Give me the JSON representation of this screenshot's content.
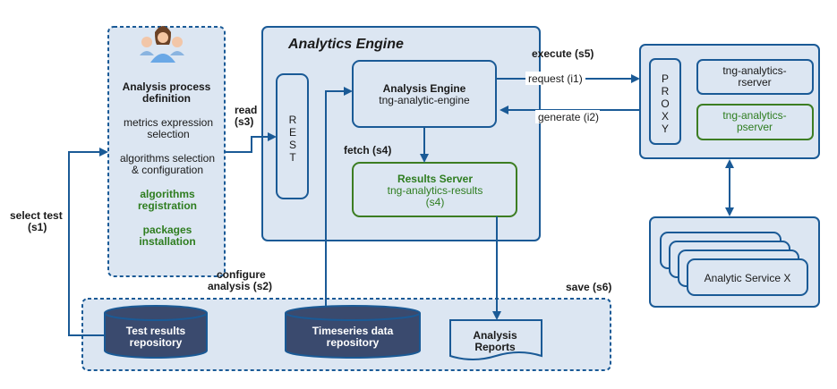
{
  "analysis_process": {
    "title_line1": "Analysis process",
    "title_line2": "definition",
    "metrics_line1": "metrics expression",
    "metrics_line2": "selection",
    "algorithms_line1": "algorithms selection",
    "algorithms_line2": "& configuration",
    "registration_line1": "algorithms",
    "registration_line2": "registration",
    "packages_line1": "packages",
    "packages_line2": "installation"
  },
  "analytics_engine": {
    "title": "Analytics Engine",
    "rest_letters": [
      "R",
      "E",
      "S",
      "T"
    ],
    "engine_title": "Analysis Engine",
    "engine_subtitle": "tng-analytic-engine",
    "results_title": "Results Server",
    "results_subtitle": "tng-analytics-results",
    "results_step": "(s4)",
    "fetch_label": "fetch (s4)"
  },
  "proxy": {
    "letters": [
      "P",
      "R",
      "O",
      "X",
      "Y"
    ],
    "rserver_line1": "tng-analytics-",
    "rserver_line2": "rserver",
    "pserver_line1": "tng-analytics-",
    "pserver_line2": "pserver"
  },
  "analytic_service": {
    "label": "Analytic Service X"
  },
  "storage": {
    "test_results_line1": "Test results",
    "test_results_line2": "repository",
    "timeseries_line1": "Timeseries data",
    "timeseries_line2": "repository",
    "reports_line1": "Analysis",
    "reports_line2": "Reports"
  },
  "edges": {
    "select_test_line1": "select test",
    "select_test_line2": "(s1)",
    "read_line1": "read",
    "read_line2": "(s3)",
    "configure_line1": "configure",
    "configure_line2": "analysis (s2)",
    "execute": "execute (s5)",
    "request": "request (i1)",
    "generate": "generate (i2)",
    "save": "save (s6)"
  },
  "colors": {
    "border": "#1a5a96",
    "fill": "#dce6f2",
    "green": "#2e7d1f",
    "db": "#3a4a6e"
  }
}
